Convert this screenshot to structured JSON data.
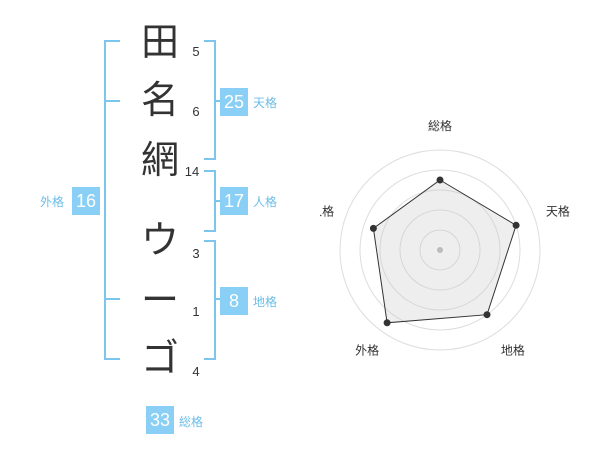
{
  "name": {
    "characters": [
      {
        "char": "田",
        "strokes": "5"
      },
      {
        "char": "名",
        "strokes": "6"
      },
      {
        "char": "網",
        "strokes": "14"
      },
      {
        "char": "ウ",
        "strokes": "3"
      },
      {
        "char": "ー",
        "strokes": "1"
      },
      {
        "char": "ゴ",
        "strokes": "4"
      }
    ]
  },
  "fortune": {
    "tenkaku": {
      "label": "天格",
      "value": "25"
    },
    "jinkaku": {
      "label": "人格",
      "value": "17"
    },
    "chikaku": {
      "label": "地格",
      "value": "8"
    },
    "gaikaku": {
      "label": "外格",
      "value": "16"
    },
    "soukaku": {
      "label": "総格",
      "value": "33"
    }
  },
  "colors": {
    "accent": "#8acff6",
    "bracket": "#7cc6ee",
    "label": "#6bbde8",
    "text": "#333333"
  },
  "chart_data": {
    "type": "radar",
    "axes": [
      "総格",
      "天格",
      "地格",
      "外格",
      "人格"
    ],
    "values": [
      3.5,
      4.0,
      4.0,
      4.5,
      3.5
    ],
    "max": 5,
    "rings": 5,
    "grid": true
  }
}
